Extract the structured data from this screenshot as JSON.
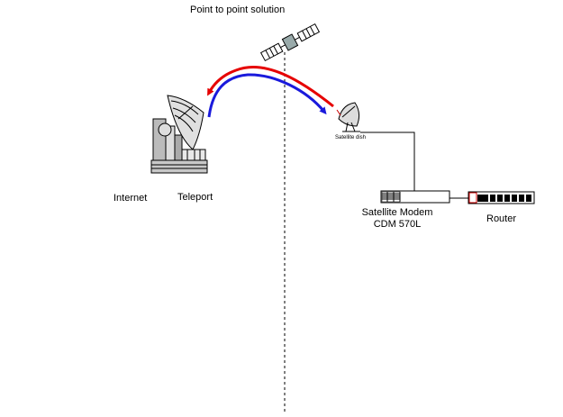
{
  "labels": {
    "title": "Point to point   solution",
    "internet": "Internet",
    "teleport": "Teleport",
    "satellite_dish": "Satellite dish",
    "modem_line1": "Satellite Modem",
    "modem_line2": "CDM 570L",
    "router": "Router"
  },
  "colors": {
    "uplink_arrow": "#e60000",
    "downlink_arrow": "#1a1adc",
    "line": "#000000",
    "equipment_gray": "#c8c8c8"
  }
}
